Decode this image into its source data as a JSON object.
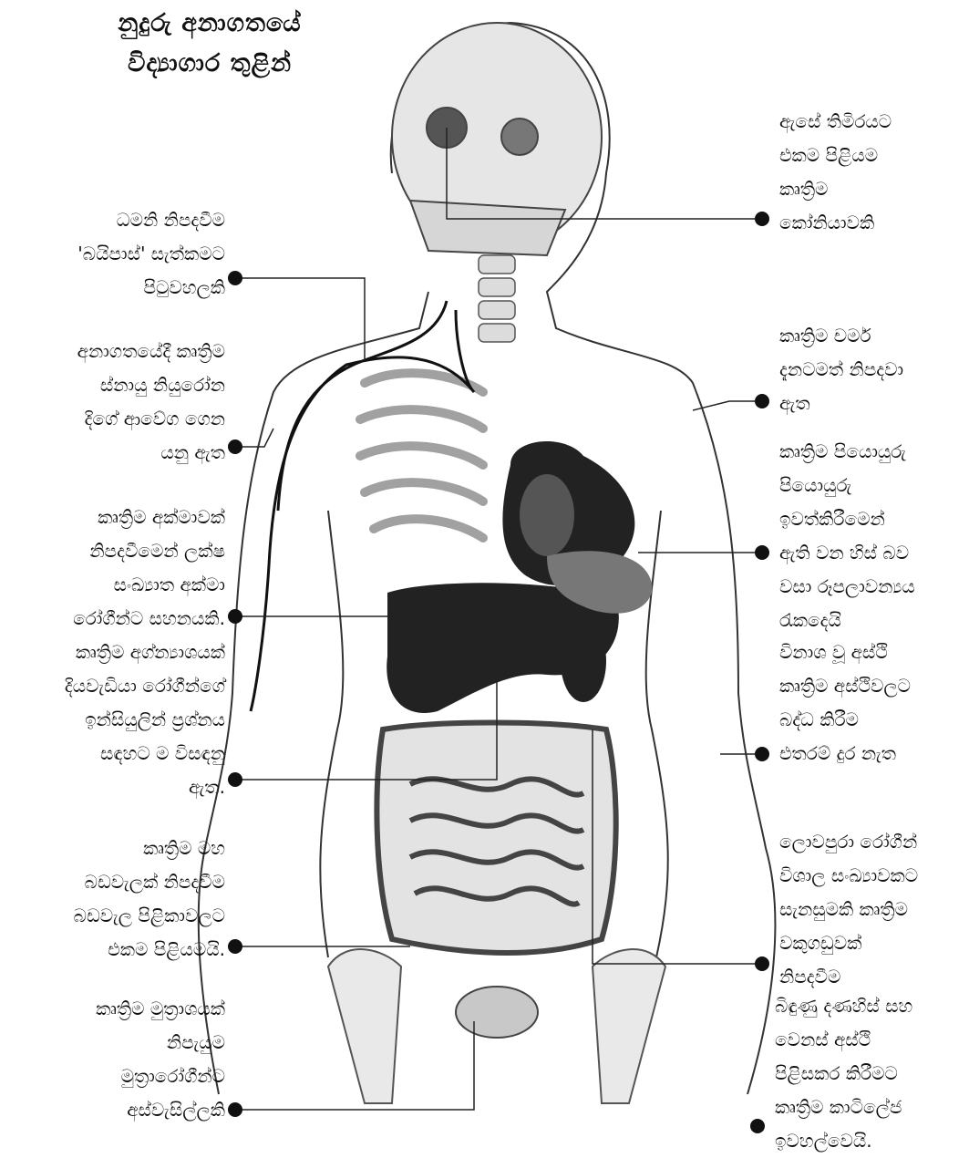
{
  "title": {
    "line1": "නුදුරු අනාගතයේ",
    "line2": "විද්‍යාගාර තුළින්"
  },
  "labels_left": [
    {
      "id": "bypass",
      "lines": [
        "ධමනි නිපදවීම",
        "'බයිපාස්' සැත්කමට",
        "පිටුවහලකි"
      ]
    },
    {
      "id": "nerve",
      "lines": [
        "අනාගතයේදී කෘත්‍රිම",
        "ස්නායු නියුරෝන",
        "දිගේ ආවේග ගෙන",
        "යනු ඇත"
      ]
    },
    {
      "id": "liver",
      "lines": [
        "කෘත්‍රිම අක්මාවක්",
        "නිපදවීමෙන් ලක්ෂ",
        "සංඛ්‍යාත අක්මා",
        "රෝගීන්ට සහනයකි."
      ]
    },
    {
      "id": "pancreas",
      "lines": [
        "කෘත්‍රිම අග්න්‍යාශයක්",
        "දියවැඩියා රෝගීන්ගේ",
        "ඉන්සියුලින් ප්‍රශ්නය",
        "සඳහට ම විසඳනු",
        "ඇත."
      ]
    },
    {
      "id": "intestine",
      "lines": [
        "කෘත්‍රිම මහ",
        "බඩවැලක් නිපදවීම",
        "බඩවැල පිළිකාවලට",
        "එකම පිළියමයි."
      ]
    },
    {
      "id": "bladder",
      "lines": [
        "කෘත්‍රිම මුත්‍රාශයක්",
        "නිපැයුම",
        "මුත්‍රාරෝගීන්ට",
        "අස්වැසිල්ලකි"
      ]
    }
  ],
  "labels_right": [
    {
      "id": "cornea",
      "lines": [
        "ඇසේ තිමිරයට",
        "එකම පිළියම",
        "කෘත්‍රිම",
        "කෝනියාවකි"
      ]
    },
    {
      "id": "skin",
      "lines": [
        "කෘත්‍රිම චර්ම",
        "දැනටමත් නිපදවා",
        "ඇත"
      ]
    },
    {
      "id": "breast",
      "lines": [
        "කෘත්‍රිම පියොයුරු",
        "පියොයුරු",
        "ඉවත්කිරීමෙන්",
        "ඇති වන හිස් බව",
        "වසා රූපලාවන්‍යය",
        "රැකදෙයි"
      ]
    },
    {
      "id": "bone",
      "lines": [
        "විනාශ වූ අස්ථි",
        "කෘත්‍රිම අස්ථිවලට",
        "බද්ධ කිරීම",
        "එතරම් දුර නැත"
      ]
    },
    {
      "id": "kidney",
      "lines": [
        "ලොවපුරා රෝගීන්",
        "විශාල සංඛ්‍යාවකට",
        "සැනසුමකි කෘත්‍රිම",
        "වකුගඩුවක්",
        "නිපදවීම"
      ]
    },
    {
      "id": "cartilage",
      "lines": [
        "බිඳුණු දණහිස් සහ",
        "වෙනස් අස්ථි",
        "පිළිසකර කිරීමට",
        "කෘත්‍රිම කාටිලේජ",
        "ඉවහල්වෙයි."
      ]
    }
  ]
}
